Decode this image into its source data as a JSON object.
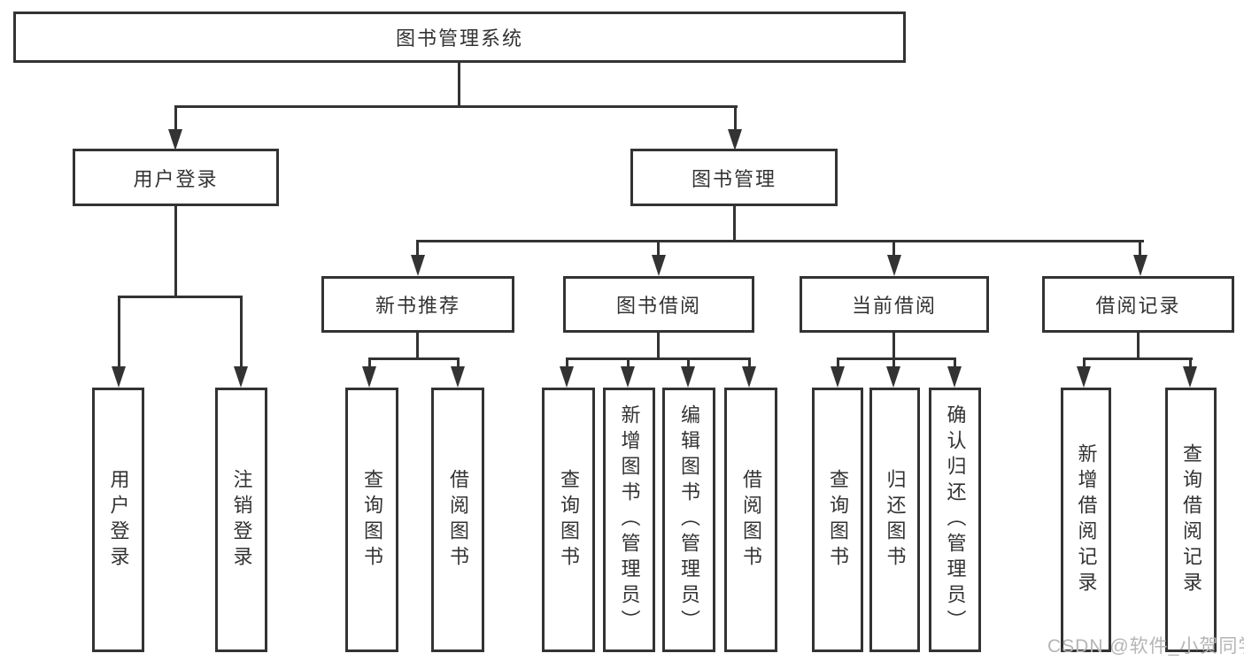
{
  "diagram": {
    "root": {
      "label": "图书管理系统"
    },
    "level2": [
      {
        "label": "用户登录"
      },
      {
        "label": "图书管理"
      }
    ],
    "level3": [
      {
        "label": "新书推荐"
      },
      {
        "label": "图书借阅"
      },
      {
        "label": "当前借阅"
      },
      {
        "label": "借阅记录"
      }
    ],
    "leaves": {
      "login": [
        {
          "label": "用户登录"
        },
        {
          "label": "注销登录"
        }
      ],
      "recommend": [
        {
          "label": "查询图书"
        },
        {
          "label": "借阅图书"
        }
      ],
      "borrow": [
        {
          "label": "查询图书"
        },
        {
          "label": "新增图书（管理员）"
        },
        {
          "label": "编辑图书（管理员）"
        },
        {
          "label": "借阅图书"
        }
      ],
      "current": [
        {
          "label": "查询图书"
        },
        {
          "label": "归还图书"
        },
        {
          "label": "确认归还（管理员）"
        }
      ],
      "records": [
        {
          "label": "新增借阅记录"
        },
        {
          "label": "查询借阅记录"
        }
      ]
    },
    "watermark": "CSDN @软件_小贺同学",
    "colors": {
      "line": "#333333",
      "text": "#333333",
      "watermark_text": "#b5b5b5",
      "background": "#ffffff"
    }
  }
}
